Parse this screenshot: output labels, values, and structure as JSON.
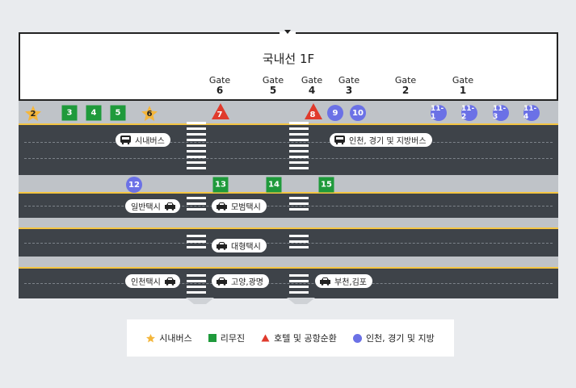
{
  "terminal": {
    "title": "국내선 1F"
  },
  "gates": [
    {
      "label": "Gate",
      "num": "6"
    },
    {
      "label": "Gate",
      "num": "5"
    },
    {
      "label": "Gate",
      "num": "4"
    },
    {
      "label": "Gate",
      "num": "3"
    },
    {
      "label": "Gate",
      "num": "2"
    },
    {
      "label": "Gate",
      "num": "1"
    }
  ],
  "markers": {
    "city_bus": [
      "2",
      "6"
    ],
    "limousine": [
      "3",
      "4",
      "5",
      "13",
      "14",
      "15"
    ],
    "hotel_airport": [
      "7",
      "8"
    ],
    "regional": [
      "9",
      "10",
      "11-1",
      "11-2",
      "11-3",
      "11-4",
      "12"
    ]
  },
  "stops": {
    "city_bus": "시내버스",
    "regional_bus": "인천, 경기 및 지방버스",
    "general_taxi": "일반택시",
    "model_taxi": "모범택시",
    "large_taxi": "대형택시",
    "incheon_taxi": "인천택시",
    "goyang_taxi": "고양,광명",
    "bucheon_taxi": "부천,김포"
  },
  "legend": {
    "city_bus": "시내버스",
    "limousine": "리무진",
    "hotel": "호텔 및 공항순환",
    "regional": "인천, 경기 및 지방"
  },
  "colors": {
    "star": "#f4b63b",
    "limousine": "#1f9a3b",
    "hotel": "#e03a2c",
    "regional": "#6b71e6",
    "road": "#3e4349",
    "median": "#bfc3c8",
    "curb": "#f4c542"
  },
  "icons": {
    "bus": "bus-icon",
    "taxi": "taxi-icon",
    "star": "star-icon",
    "triangle": "triangle-icon"
  }
}
